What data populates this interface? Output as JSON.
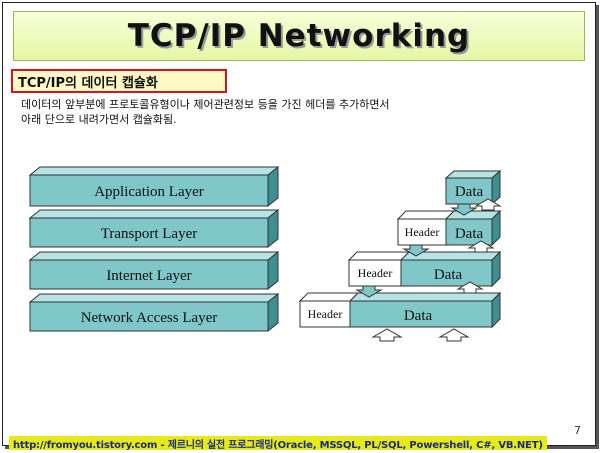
{
  "slide": {
    "title": "TCP/IP Networking",
    "section_heading": "TCP/IP의 데이터 캡슐화",
    "description_lines": [
      "데이터의 앞부분에 프로토콜유형이나 제어관련정보 등을 가진 헤더를 추가하면서",
      "아래 단으로 내려가면서 캡슐화됨."
    ],
    "page_number": "7",
    "footer": "http://fromyou.tistory.com - 제르니의 실전 프로그래밍(Oracle, MSSQL, PL/SQL, Powershell, C#, VB.NET)"
  },
  "diagram": {
    "layers": [
      "Application Layer",
      "Transport Layer",
      "Internet Layer",
      "Network Access Layer"
    ],
    "data_label": "Data",
    "header_label": "Header",
    "colors": {
      "layer_front": "#7fc7c9",
      "layer_top": "#b6e3e4",
      "layer_side": "#3e8f93",
      "header_fill": "#ffffff",
      "outline": "#333333"
    }
  }
}
